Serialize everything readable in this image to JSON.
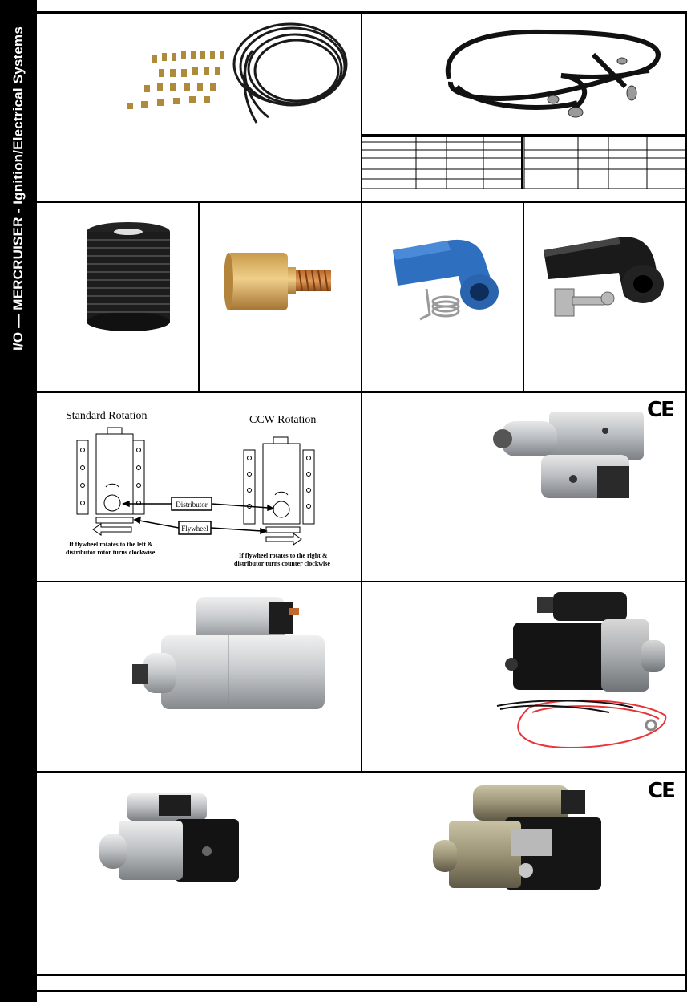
{
  "sidebar": {
    "title": "I/O — MERCRUISER - Ignition/Electrical Systems"
  },
  "ce_mark": "CE",
  "rotation_diagram": {
    "standard_title": "Standard Rotation",
    "ccw_title": "CCW Rotation",
    "distributor_label": "Distributor",
    "flywheel_label": "Flywheel",
    "left_caption_1": "If flywheel rotates to the left &",
    "left_caption_2": "distributor rotor turns clockwise",
    "right_caption_1": "If flywheel rotates to the right &",
    "right_caption_2": "distributor turns counter clockwise"
  },
  "images": [
    {
      "name": "spark-plug-wire-kit-image"
    },
    {
      "name": "battery-cable-set-image"
    },
    {
      "name": "spark-plug-wire-spool-image"
    },
    {
      "name": "brass-terminal-adapter-image"
    },
    {
      "name": "blue-spark-plug-boot-image"
    },
    {
      "name": "black-spark-plug-boot-image"
    },
    {
      "name": "starter-motor-image"
    },
    {
      "name": "starter-motor-silver-image"
    },
    {
      "name": "starter-motor-with-wiring-image"
    },
    {
      "name": "starter-motor-black-image"
    },
    {
      "name": "starter-motor-labeled-image"
    }
  ]
}
